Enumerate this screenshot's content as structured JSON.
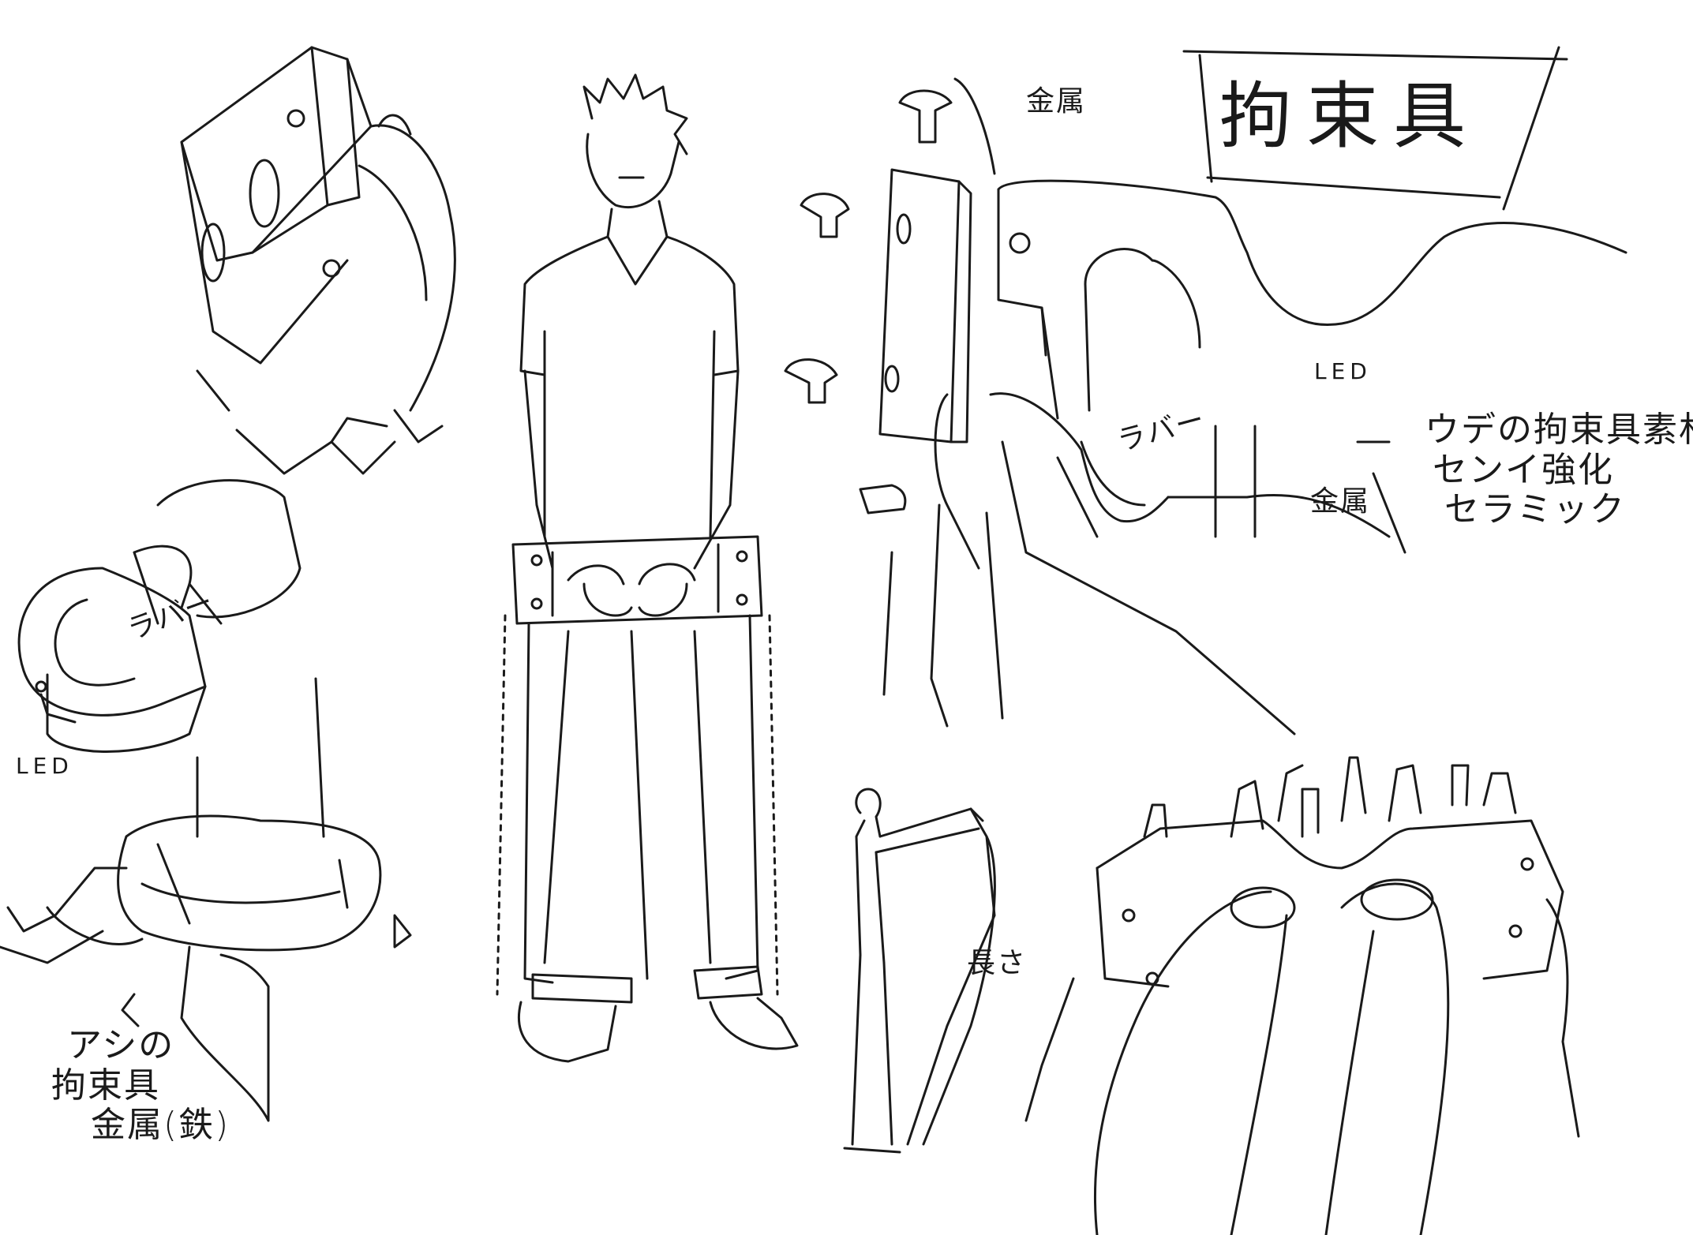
{
  "sheet": {
    "title": "拘束具",
    "labels": {
      "metal_top": "金属",
      "led_top_right": "LED",
      "rubber_right": "ラバー",
      "metal_right": "金属",
      "arm_material_line1": "ウデの拘束具素材",
      "arm_material_line2": "センイ強化",
      "arm_material_line3": "セラミック",
      "rubber_left": "ラバー",
      "led_left": "LED",
      "length": "長さ",
      "leg_line1": "アシの",
      "leg_line2": "拘束具",
      "leg_line3": "金属(鉄)"
    },
    "ink_color": "#1a1a1a",
    "paper_color": "#ffffff"
  }
}
